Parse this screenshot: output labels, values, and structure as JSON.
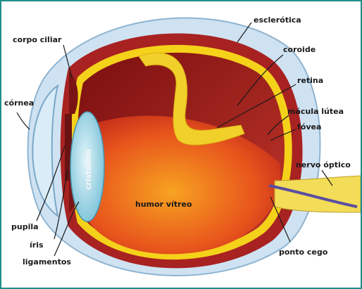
{
  "labels": {
    "esclerotica": "esclerótica",
    "corpo_ciliar": "corpo ciliar",
    "coroide": "coroide",
    "retina": "retina",
    "cornea": "córnea",
    "macula_lutea": "mácula lútea",
    "fovea": "fóvea",
    "cristalino": "cristalino",
    "nervo_optico": "nervo óptico",
    "humor_vitreo": "humor vítreo",
    "pupila": "pupila",
    "iris": "íris",
    "ligamentos": "ligamentos",
    "ponto_cego": "ponto cego"
  },
  "colors": {
    "border": "#1f8f8a",
    "sclera": "#cfe2f2",
    "choroid": "#a82222",
    "retina": "#f5d21a",
    "vitreous": "#e8551c",
    "lens": "#9fd8e6",
    "optic_nerve": "#f3dc57"
  }
}
